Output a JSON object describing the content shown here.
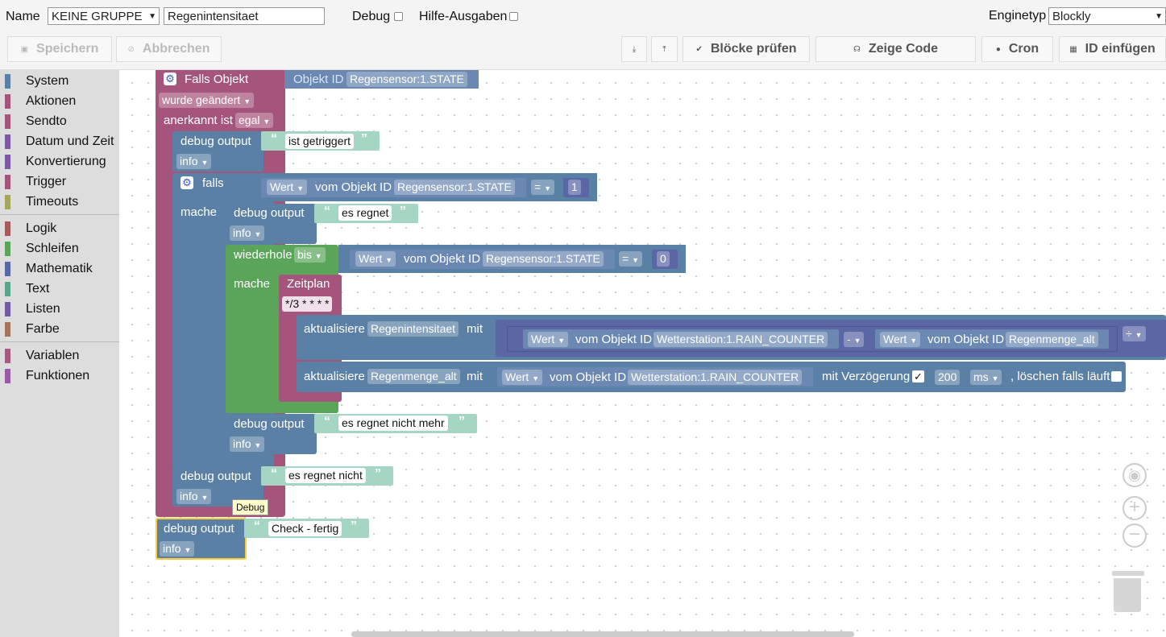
{
  "header": {
    "name_label": "Name",
    "group_value": "KEINE GRUPPE",
    "name_value": "Regenintensitaet",
    "debug_label": "Debug",
    "hilfe_label": "Hilfe-Ausgaben",
    "engine_label": "Enginetyp",
    "engine_value": "Blockly"
  },
  "toolbar": {
    "save": "Speichern",
    "cancel": "Abbrechen",
    "check": "Blöcke prüfen",
    "code": "Zeige Code",
    "cron": "Cron",
    "id": "ID einfügen"
  },
  "sidebar": {
    "categories": [
      {
        "label": "System",
        "color": "#5b80a5"
      },
      {
        "label": "Aktionen",
        "color": "#a5557b"
      },
      {
        "label": "Sendto",
        "color": "#a5557b"
      },
      {
        "label": "Datum und Zeit",
        "color": "#7b5ba5"
      },
      {
        "label": "Konvertierung",
        "color": "#7b5ba5"
      },
      {
        "label": "Trigger",
        "color": "#a5557b"
      },
      {
        "label": "Timeouts",
        "color": "#a5a55b"
      },
      {
        "label": "Logik",
        "color": "#a55b5b"
      },
      {
        "label": "Schleifen",
        "color": "#5ba55b"
      },
      {
        "label": "Mathematik",
        "color": "#5b67a5"
      },
      {
        "label": "Text",
        "color": "#5ba58c"
      },
      {
        "label": "Listen",
        "color": "#745ba5"
      },
      {
        "label": "Farbe",
        "color": "#a5745b"
      },
      {
        "label": "Variablen",
        "color": "#a55b80"
      },
      {
        "label": "Funktionen",
        "color": "#995ba5"
      }
    ]
  },
  "blocks": {
    "falls_objekt": "Falls Objekt",
    "objekt_id": "Objekt ID",
    "regensensor": "Regensensor:1.STATE",
    "wurde_geaendert": "wurde geändert",
    "anerkannt_ist": "anerkannt ist",
    "egal": "egal",
    "debug_output": "debug output",
    "info": "info",
    "ist_getriggert": "ist getriggert",
    "falls": "falls",
    "mache": "mache",
    "wert": "Wert",
    "vom_objekt_id": "vom Objekt ID",
    "eq": "=",
    "one": "1",
    "zero": "0",
    "es_regnet": "es regnet",
    "wiederhole": "wiederhole",
    "bis": "bis",
    "zeitplan": "Zeitplan",
    "cron_expr": "*/3 * * * *",
    "aktualisiere": "aktualisiere",
    "regenintensitaet": "Regenintensitaet",
    "mit": "mit",
    "rain_counter": "Wetterstation:1.RAIN_COUNTER",
    "minus": "-",
    "regenmenge_alt": "Regenmenge_alt",
    "div": "÷",
    "mit_verzoegerung": "mit Verzögerung",
    "delay": "200",
    "ms": "ms",
    "loeschen": ", löschen falls läuft",
    "es_regnet_nicht_mehr": "es regnet nicht mehr",
    "es_regnet_nicht": "es regnet nicht",
    "check_fertig": "Check - fertig",
    "tooltip": "Debug"
  }
}
